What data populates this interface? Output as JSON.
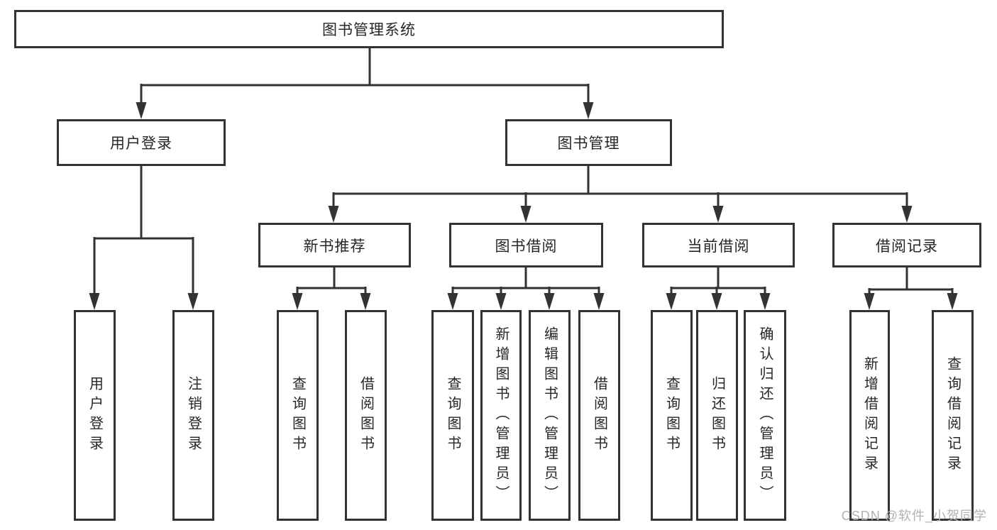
{
  "diagram": {
    "root": "图书管理系统",
    "level2": {
      "user_login": "用户登录",
      "book_management": "图书管理"
    },
    "level3": {
      "new_book_recommend": "新书推荐",
      "book_borrowing": "图书借阅",
      "current_borrowing": "当前借阅",
      "borrowing_records": "借阅记录"
    },
    "leaves": {
      "user_login": "用户登录",
      "logout": "注销登录",
      "rec_query_books": "查询图书",
      "rec_borrow_books": "借阅图书",
      "bb_query_books": "查询图书",
      "bb_add_books": "新增图书（管理员）",
      "bb_edit_books": "编辑图书（管理员）",
      "bb_borrow_books": "借阅图书",
      "cb_query_books": "查询图书",
      "cb_return_books": "归还图书",
      "cb_confirm_return": "确认归还（管理员）",
      "br_add_record": "新增借阅记录",
      "br_query_record": "查询借阅记录"
    }
  },
  "watermark": "CSDN @软件_小贺同学",
  "colors": {
    "line": "#333333",
    "box_border": "#333333",
    "text": "#262626",
    "watermark": "#b2b2b2",
    "background": "#ffffff"
  }
}
